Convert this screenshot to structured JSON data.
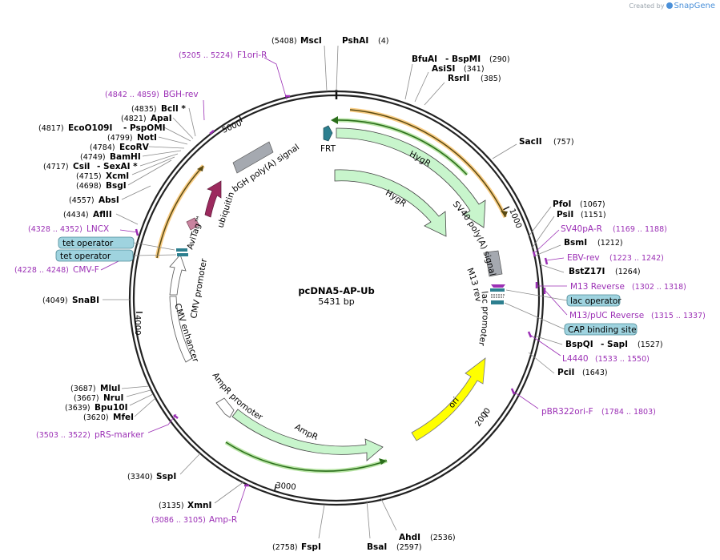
{
  "credit": {
    "prefix": "Created by",
    "brand": "SnapGene"
  },
  "plasmid": {
    "name": "pcDNA5-AP-Ub",
    "size_label": "5431 bp"
  },
  "ticks": [
    "1000",
    "2000",
    "3000",
    "4000",
    "5000"
  ],
  "enzymes": [
    {
      "id": "msci",
      "name": "MscI",
      "pos": "(5408)"
    },
    {
      "id": "pshai",
      "name": "PshAI",
      "pos": "(4)"
    },
    {
      "id": "bfuai",
      "name": "BfuAI",
      "alt": "- BspMI",
      "pos": "(290)"
    },
    {
      "id": "asisi",
      "name": "AsiSI",
      "pos": "(341)"
    },
    {
      "id": "rsrii",
      "name": "RsrII",
      "pos": "(385)"
    },
    {
      "id": "sacii",
      "name": "SacII",
      "pos": "(757)"
    },
    {
      "id": "pfoi",
      "name": "PfoI",
      "pos": "(1067)"
    },
    {
      "id": "psii",
      "name": "PsiI",
      "pos": "(1151)"
    },
    {
      "id": "bsmi",
      "name": "BsmI",
      "pos": "(1212)"
    },
    {
      "id": "bstz17i",
      "name": "BstZ17I",
      "pos": "(1264)"
    },
    {
      "id": "bspqi",
      "name": "BspQI",
      "alt": "- SapI",
      "pos": "(1527)"
    },
    {
      "id": "pcii",
      "name": "PciI",
      "pos": "(1643)"
    },
    {
      "id": "ahdi",
      "name": "AhdI",
      "pos": "(2536)"
    },
    {
      "id": "bsai",
      "name": "BsaI",
      "pos": "(2597)"
    },
    {
      "id": "fspi",
      "name": "FspI",
      "pos": "(2758)"
    },
    {
      "id": "xmni",
      "name": "XmnI",
      "pos": "(3135)"
    },
    {
      "id": "sspi",
      "name": "SspI",
      "pos": "(3340)"
    },
    {
      "id": "mfei",
      "name": "MfeI",
      "pos": "(3620)"
    },
    {
      "id": "bpu10i",
      "name": "Bpu10I",
      "pos": "(3639)"
    },
    {
      "id": "nrui",
      "name": "NruI",
      "pos": "(3667)"
    },
    {
      "id": "mlui",
      "name": "MluI",
      "pos": "(3687)"
    },
    {
      "id": "snabi",
      "name": "SnaBI",
      "pos": "(4049)"
    },
    {
      "id": "aflii",
      "name": "AflII",
      "pos": "(4434)"
    },
    {
      "id": "absi",
      "name": "AbsI",
      "pos": "(4557)"
    },
    {
      "id": "bsgi",
      "name": "BsgI",
      "pos": "(4698)"
    },
    {
      "id": "xcmi",
      "name": "XcmI",
      "pos": "(4715)"
    },
    {
      "id": "csii",
      "name": "CsiI",
      "alt": "- SexAI *",
      "pos": "(4717)"
    },
    {
      "id": "bamhi",
      "name": "BamHI",
      "pos": "(4749)"
    },
    {
      "id": "ecorv",
      "name": "EcoRV",
      "pos": "(4784)"
    },
    {
      "id": "noti",
      "name": "NotI",
      "pos": "(4799)"
    },
    {
      "id": "ecoo109i",
      "name": "EcoO109I",
      "alt": "- PspOMI",
      "pos": "(4817)"
    },
    {
      "id": "apai",
      "name": "ApaI",
      "pos": "(4821)"
    },
    {
      "id": "bcli",
      "name": "BclI *",
      "pos": "(4835)"
    }
  ],
  "primers": [
    {
      "id": "f1ori-r",
      "name": "F1ori-R",
      "pos": "(5205 .. 5224)"
    },
    {
      "id": "bgh-rev",
      "name": "BGH-rev",
      "pos": "(4842 .. 4859)"
    },
    {
      "id": "lncx",
      "name": "LNCX",
      "pos": "(4328 .. 4352)"
    },
    {
      "id": "cmv-f",
      "name": "CMV-F",
      "pos": "(4228 .. 4248)"
    },
    {
      "id": "prs-marker",
      "name": "pRS-marker",
      "pos": "(3503 .. 3522)"
    },
    {
      "id": "amp-r",
      "name": "Amp-R",
      "pos": "(3086 .. 3105)"
    },
    {
      "id": "sv40pa-r",
      "name": "SV40pA-R",
      "pos": "(1169 .. 1188)"
    },
    {
      "id": "ebv-rev",
      "name": "EBV-rev",
      "pos": "(1223 .. 1242)"
    },
    {
      "id": "m13-reverse",
      "name": "M13 Reverse",
      "pos": "(1302 .. 1318)"
    },
    {
      "id": "m13puc-reverse",
      "name": "M13/pUC Reverse",
      "pos": "(1315 .. 1337)"
    },
    {
      "id": "l4440",
      "name": "L4440",
      "pos": "(1533 .. 1550)"
    },
    {
      "id": "pbr322ori-f",
      "name": "pBR322ori-F",
      "pos": "(1784 .. 1803)"
    }
  ],
  "boxed_features": [
    {
      "id": "tet-operator-1",
      "label": "tet operator"
    },
    {
      "id": "tet-operator-2",
      "label": "tet operator"
    },
    {
      "id": "lac-operator",
      "label": "lac operator"
    },
    {
      "id": "cap-binding-site",
      "label": "CAP binding site"
    }
  ],
  "features": {
    "frt": "FRT",
    "hygr_outer": "HygR",
    "hygr_inner": "HygR",
    "sv40_polya": "SV40 poly(A) signal",
    "m13_rev": "M13 rev",
    "lac_promoter": "lac promoter",
    "ori": "ori",
    "ampr": "AmpR",
    "ampr_promoter": "AmpR promoter",
    "cmv_enhancer": "CMV enhancer",
    "cmv_promoter": "CMV promoter",
    "avitag": "AviTag™",
    "ubiquitin": "ubiquitin",
    "bgh_polya": "bGH poly(A) signal"
  },
  "colors": {
    "backbone": "#222222",
    "hygr": "#c8f5cc",
    "ori": "#ffff00",
    "orf_line": "#2b6e1b",
    "orf_glow": "#f5a623",
    "ubiquitin": "#9c2a5e",
    "avitag": "#c9839f",
    "frt": "#2d7f8f",
    "polya": "#a5a9b0",
    "primer": "#9b2fb5",
    "boxed": "#9fd3df"
  }
}
